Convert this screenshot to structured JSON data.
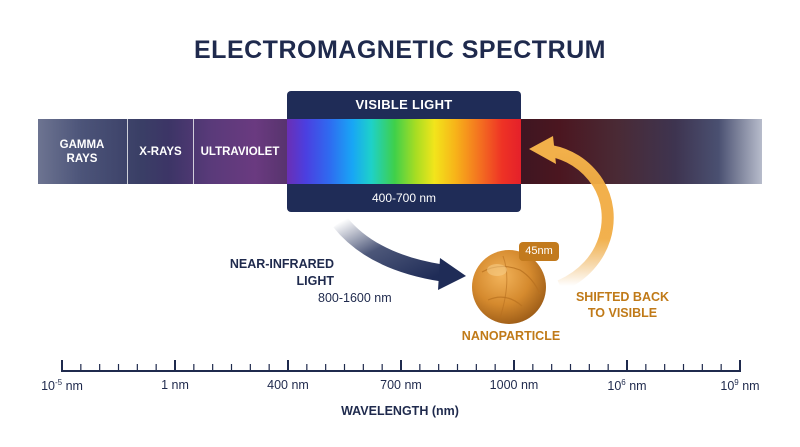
{
  "title": "ELECTROMAGNETIC SPECTRUM",
  "spectrum": {
    "segments": [
      {
        "label": "GAMMA\nRAYS"
      },
      {
        "label": "X-RAYS"
      },
      {
        "label": "ULTRAVIOLET"
      }
    ],
    "visible": {
      "title": "VISIBLE LIGHT",
      "range": "400-700 nm"
    }
  },
  "near_infrared": {
    "label": "NEAR-INFRARED\nLIGHT",
    "range": "800-1600 nm"
  },
  "nanoparticle": {
    "label": "NANOPARTICLE",
    "size": "45nm"
  },
  "shifted": {
    "label": "SHIFTED BACK\nTO VISIBLE"
  },
  "axis": {
    "title": "WAVELENGTH (nm)",
    "labels": [
      {
        "base": "10",
        "exp": "-5",
        "unit": " nm"
      },
      {
        "base": "1 nm",
        "exp": "",
        "unit": ""
      },
      {
        "base": "400 nm",
        "exp": "",
        "unit": ""
      },
      {
        "base": "700 nm",
        "exp": "",
        "unit": ""
      },
      {
        "base": "1000 nm",
        "exp": "",
        "unit": ""
      },
      {
        "base": "10",
        "exp": "6",
        "unit": " nm"
      },
      {
        "base": "10",
        "exp": "9",
        "unit": " nm"
      }
    ]
  },
  "colors": {
    "navy": "#1f2c57",
    "orange": "#c07a18"
  }
}
